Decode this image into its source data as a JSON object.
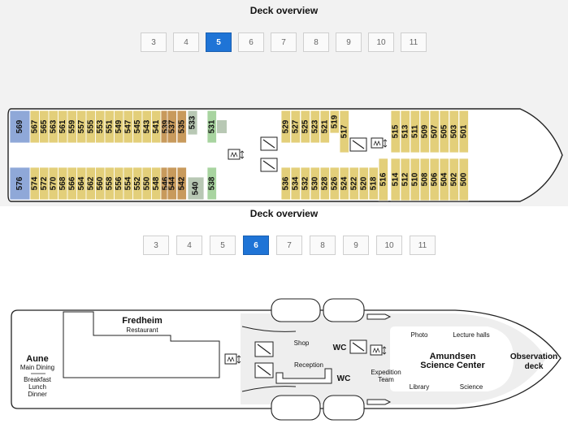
{
  "deck5": {
    "title": "Deck overview",
    "tabs": [
      "3",
      "4",
      "5",
      "6",
      "7",
      "8",
      "9",
      "10",
      "11"
    ],
    "active_tab": "5",
    "colors": {
      "suite_blue": "#8fa8d8",
      "cabin_yellow": "#e3cf7a",
      "cabin_orange": "#c89a5c",
      "cabin_green": "#a8d4a0",
      "cabin_grey": "#b8c8b4"
    },
    "cabins_upper": [
      "569",
      "567",
      "565",
      "563",
      "561",
      "559",
      "557",
      "555",
      "553",
      "551",
      "549",
      "547",
      "545",
      "543",
      "541",
      "539",
      "537",
      "535",
      "533",
      "531",
      "529",
      "527",
      "525",
      "523",
      "521",
      "519",
      "517",
      "515",
      "513",
      "511",
      "509",
      "507",
      "505",
      "503",
      "501"
    ],
    "cabins_lower": [
      "576",
      "574",
      "572",
      "570",
      "568",
      "566",
      "564",
      "562",
      "560",
      "558",
      "556",
      "554",
      "552",
      "550",
      "548",
      "546",
      "544",
      "542",
      "540",
      "538",
      "536",
      "534",
      "532",
      "530",
      "528",
      "526",
      "524",
      "522",
      "520",
      "518",
      "516",
      "514",
      "512",
      "510",
      "508",
      "506",
      "504",
      "502",
      "500"
    ],
    "icons": [
      "elevator-icon",
      "stairs-icon"
    ]
  },
  "deck6": {
    "title": "Deck overview",
    "tabs": [
      "3",
      "4",
      "5",
      "6",
      "7",
      "8",
      "9",
      "10",
      "11"
    ],
    "active_tab": "6",
    "rooms": {
      "fredheim": "Fredheim",
      "restaurant": "Restaurant",
      "aune": "Aune",
      "main_dining": "Main Dining",
      "meals": [
        "Breakfast",
        "Lunch",
        "Dinner"
      ],
      "shop": "Shop",
      "reception": "Reception",
      "wc1": "WC",
      "wc2": "WC",
      "expedition": "Expedition",
      "team": "Team",
      "photo": "Photo",
      "lecture_halls": "Lecture halls",
      "amundsen": "Amundsen",
      "science_center": "Science Center",
      "library": "Library",
      "science": "Science",
      "observation": "Observation",
      "deck": "deck"
    }
  }
}
